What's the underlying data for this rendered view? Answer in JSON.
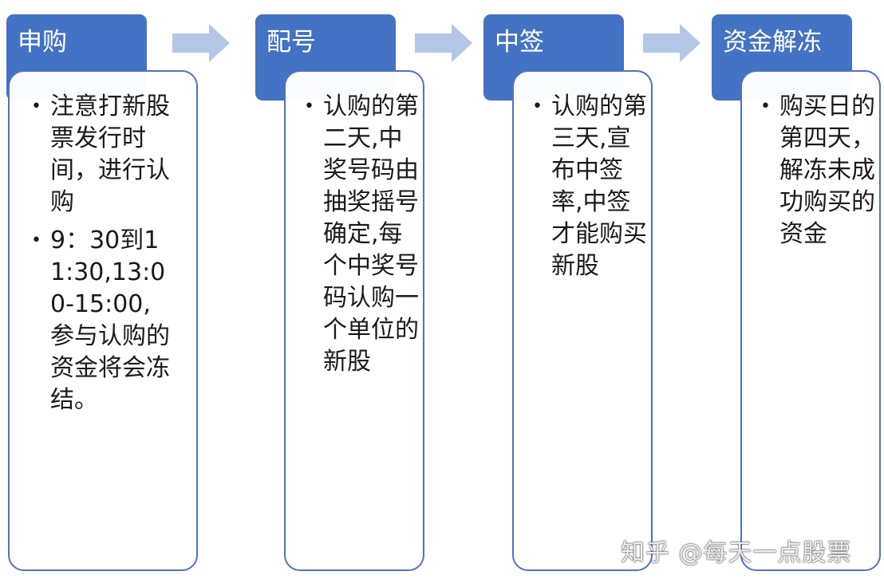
{
  "colors": {
    "stage_fill": "#4472c4",
    "card_border": "#4f73be",
    "arrow_fill": "#b4c7e7"
  },
  "stages": [
    {
      "title": "申购",
      "items": [
        "注意打新股票发行时间，进行认购",
        "9：30到11:30,13:00-15:00,参与认购的资金将会冻结。"
      ]
    },
    {
      "title": "配号",
      "items": [
        "认购的第二天,中奖号码由抽奖摇号确定,每个中奖号码认购一个单位的新股"
      ]
    },
    {
      "title": "中签",
      "items": [
        "认购的第三天,宣布中签率,中签才能购买新股"
      ]
    },
    {
      "title": "资金解冻",
      "items": [
        "购买日的第四天，解冻未成功购买的资金"
      ]
    }
  ],
  "arrow_icons": [
    "right-arrow-icon",
    "right-arrow-icon",
    "right-arrow-icon"
  ],
  "watermark": "知乎 @每天一点股票"
}
